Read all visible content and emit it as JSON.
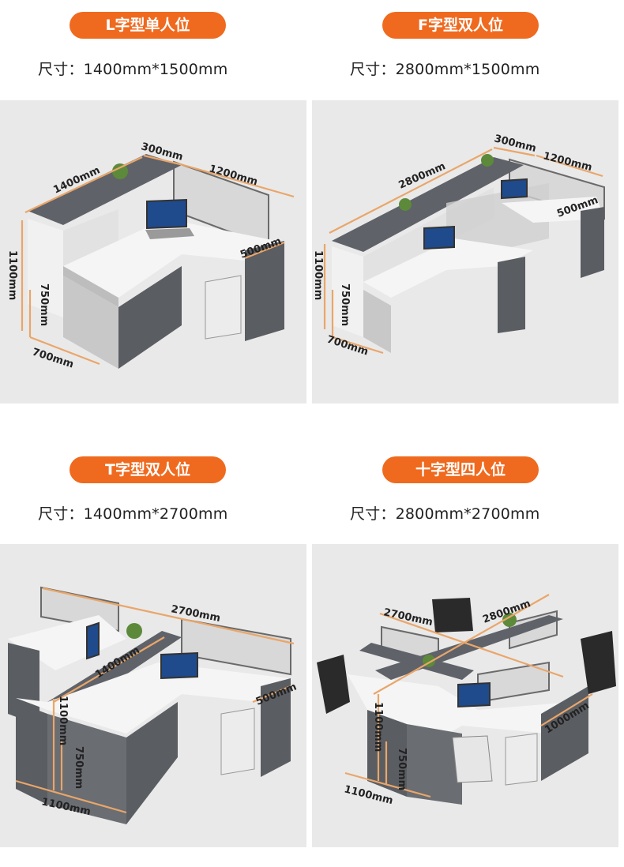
{
  "products": [
    {
      "title": "L字型单人位",
      "size": "尺寸：1400mm*1500mm",
      "dims": {
        "d300": "300mm",
        "d1400": "1400mm",
        "d1200": "1200mm",
        "d500": "500mm",
        "d1100": "1100mm",
        "d750": "750mm",
        "d700": "700mm"
      }
    },
    {
      "title": "F字型双人位",
      "size": "尺寸：2800mm*1500mm",
      "dims": {
        "d300": "300mm",
        "d1200": "1200mm",
        "d2800": "2800mm",
        "d500": "500mm",
        "d1100": "1100mm",
        "d750": "750mm",
        "d700": "700mm"
      }
    },
    {
      "title": "T字型双人位",
      "size": "尺寸：1400mm*2700mm",
      "dims": {
        "d2700": "2700mm",
        "d1400": "1400mm",
        "d500": "500mm",
        "d1100": "1100mm",
        "d750": "750mm",
        "d1100b": "1100mm"
      }
    },
    {
      "title": "十字型四人位",
      "size": "尺寸：2800mm*2700mm",
      "dims": {
        "d2700": "2700mm",
        "d2800": "2800mm",
        "d1100": "1100mm",
        "d750": "750mm",
        "d1100b": "1100mm",
        "d1000": "1000mm"
      }
    }
  ],
  "colors": {
    "accent": "#ef6a1f",
    "desk_top": "#f4f4f4",
    "cabinet": "#5a5d62",
    "dimension_line": "#e9a66a"
  }
}
